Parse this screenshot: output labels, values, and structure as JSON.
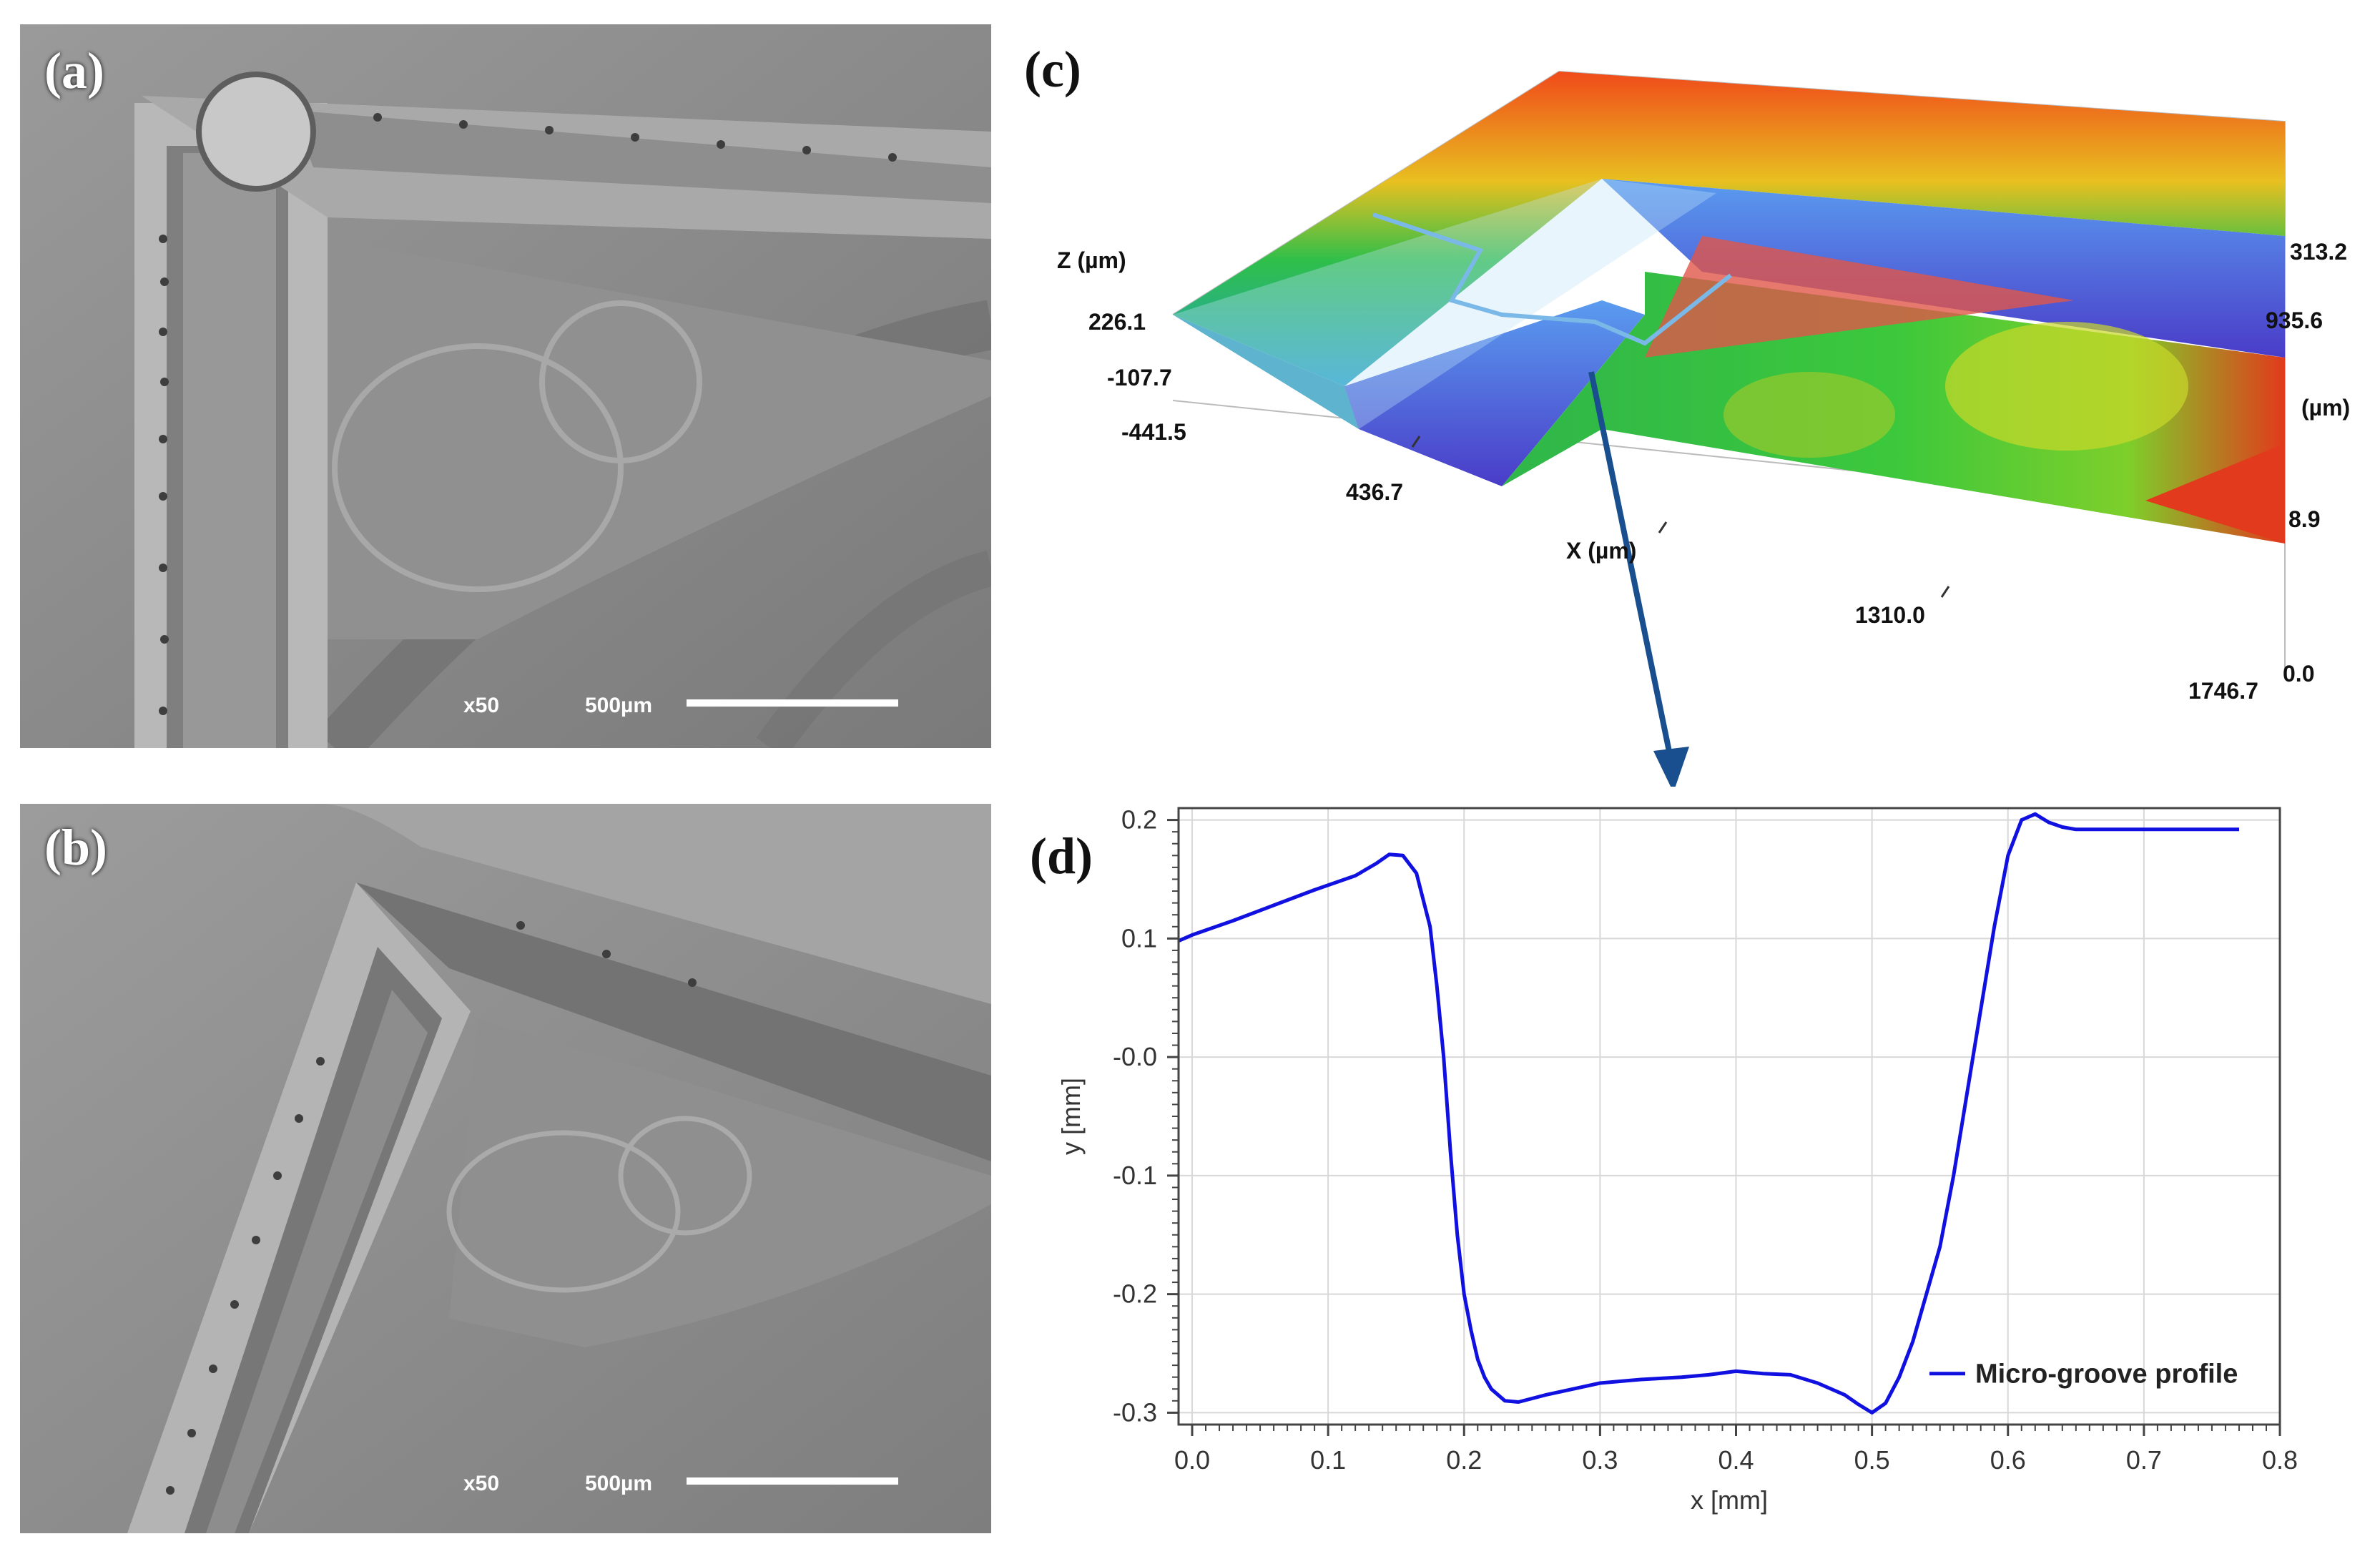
{
  "panels": {
    "a": {
      "label": "(a)",
      "magnification": "x50",
      "scale_label": "500µm"
    },
    "b": {
      "label": "(b)",
      "magnification": "x50",
      "scale_label": "500µm"
    },
    "c": {
      "label": "(c)",
      "z_axis_label": "Z (µm)",
      "z_ticks": [
        "226.1",
        "-107.7",
        "-441.5"
      ],
      "x_axis_label": "X (µm)",
      "x_ticks": [
        "436.7",
        "1310.0",
        "1746.7"
      ],
      "y_axis_unit": "(µm)",
      "y_ticks": [
        "313.2",
        "935.6",
        "8.9",
        "0.0"
      ]
    },
    "d": {
      "label": "(d)"
    }
  },
  "colors": {
    "profile_line": "#1010e0",
    "arrow": "#1a4f8f",
    "grid": "#d8d8d8"
  },
  "chart_data": {
    "type": "line",
    "title": "",
    "xlabel": "x [mm]",
    "ylabel": "y [mm]",
    "xlim": [
      -0.01,
      0.8
    ],
    "ylim": [
      -0.31,
      0.21
    ],
    "x_ticks": [
      0.0,
      0.1,
      0.2,
      0.3,
      0.4,
      0.5,
      0.6,
      0.7,
      0.8
    ],
    "x_tick_labels": [
      "0.0",
      "0.1",
      "0.2",
      "0.3",
      "0.4",
      "0.5",
      "0.6",
      "0.7",
      "0.8"
    ],
    "y_ticks": [
      0.2,
      0.1,
      0.0,
      -0.1,
      -0.2,
      -0.3
    ],
    "y_tick_labels": [
      "0.2",
      "0.1",
      "-0.0",
      "-0.1",
      "-0.2",
      "-0.3"
    ],
    "grid": true,
    "legend_position": "bottom-right",
    "series": [
      {
        "name": "Micro-groove profile",
        "x": [
          -0.01,
          0.0,
          0.03,
          0.06,
          0.09,
          0.12,
          0.135,
          0.145,
          0.155,
          0.165,
          0.175,
          0.18,
          0.185,
          0.19,
          0.195,
          0.2,
          0.205,
          0.21,
          0.215,
          0.22,
          0.23,
          0.24,
          0.26,
          0.28,
          0.3,
          0.33,
          0.36,
          0.38,
          0.4,
          0.42,
          0.44,
          0.46,
          0.48,
          0.49,
          0.5,
          0.51,
          0.52,
          0.53,
          0.54,
          0.55,
          0.56,
          0.57,
          0.58,
          0.59,
          0.6,
          0.61,
          0.62,
          0.63,
          0.64,
          0.65,
          0.7,
          0.75,
          0.77
        ],
        "y": [
          0.098,
          0.103,
          0.115,
          0.128,
          0.141,
          0.153,
          0.163,
          0.171,
          0.17,
          0.155,
          0.11,
          0.06,
          0.0,
          -0.08,
          -0.15,
          -0.2,
          -0.23,
          -0.255,
          -0.27,
          -0.28,
          -0.29,
          -0.291,
          -0.285,
          -0.28,
          -0.275,
          -0.272,
          -0.27,
          -0.268,
          -0.265,
          -0.267,
          -0.268,
          -0.275,
          -0.285,
          -0.293,
          -0.3,
          -0.292,
          -0.27,
          -0.24,
          -0.2,
          -0.16,
          -0.1,
          -0.03,
          0.04,
          0.11,
          0.17,
          0.2,
          0.205,
          0.198,
          0.194,
          0.192,
          0.192,
          0.192,
          0.192
        ]
      }
    ]
  }
}
